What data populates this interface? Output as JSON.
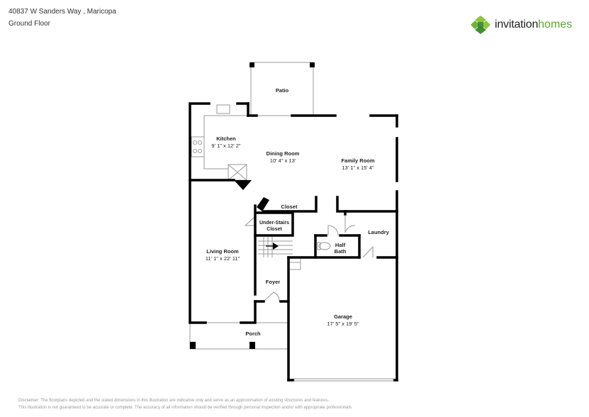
{
  "header": {
    "address": "40837 W Sanders Way , Maricopa",
    "floor": "Ground Floor"
  },
  "logo": {
    "word1": "invitation",
    "word2": "homes",
    "color_primary": "#5aa832"
  },
  "rooms": {
    "patio": {
      "name": "Patio"
    },
    "kitchen": {
      "name": "Kitchen",
      "dims": "9' 1\" x 12' 2\""
    },
    "dining": {
      "name": "Dining Room",
      "dims": "10' 4\" x 13'"
    },
    "family": {
      "name": "Family Room",
      "dims": "13' 1\" x 15' 4\""
    },
    "closet": {
      "name": "Closet"
    },
    "under_stairs": {
      "name1": "Under-Stairs",
      "name2": "Closet"
    },
    "laundry": {
      "name": "Laundry"
    },
    "half_bath": {
      "name1": "Half",
      "name2": "Bath"
    },
    "living": {
      "name": "Living Room",
      "dims": "11' 1\" x 22' 11\""
    },
    "foyer": {
      "name": "Foyer"
    },
    "garage": {
      "name": "Garage",
      "dims": "17' 5\" x 19' 5\""
    },
    "porch": {
      "name": "Porch"
    }
  },
  "disclaimer": {
    "line1": "Disclaimer: The floorplans depicted and the stated dimensions in this illustration are indicative only and serve as an approximation of existing structures and features.",
    "line2": "This illustration is not guaranteed to be accurate or complete. The accuracy of all information should be verified through personal inspection and/or with appropriate professionals."
  }
}
